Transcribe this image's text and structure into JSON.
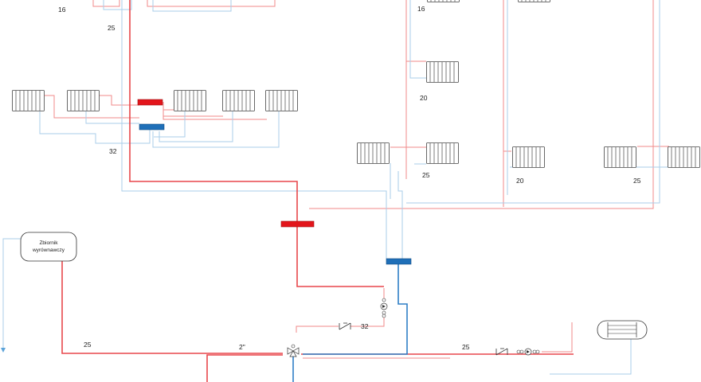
{
  "colors": {
    "supply": "#e0393e",
    "return": "#5ba3d9",
    "supply_light": "#f08a8a",
    "return_light": "#a8cdea",
    "pipe_supply_main": "#e8474b",
    "pipe_return_main": "#2f7fc6",
    "manifold_red": "#e3151b",
    "manifold_blue": "#1f6fb8",
    "radiator": "#444444"
  },
  "labels": {
    "l16a": "16",
    "l25a": "25",
    "l16b": "16",
    "l20a": "20",
    "l32a": "32",
    "l25b": "25",
    "l20b": "20",
    "l25c": "25",
    "l25d": "25",
    "l2in": "2\"",
    "l32b": "32",
    "l25e": "25"
  },
  "tank": {
    "line1": "Zbiornik",
    "line2": "wyrównawczy"
  }
}
